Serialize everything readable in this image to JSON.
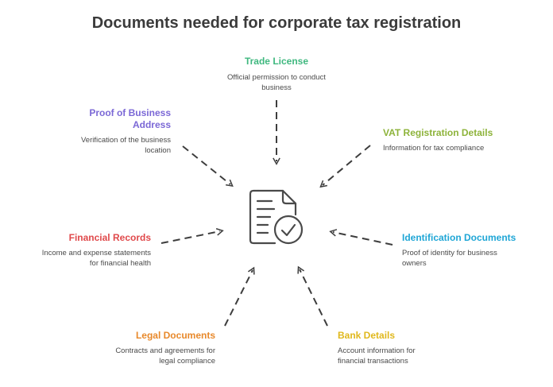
{
  "title": "Documents needed for corporate tax registration",
  "nodes": {
    "trade_license": {
      "label": "Trade License",
      "desc": "Official permission to conduct business",
      "color": "#3fb87f"
    },
    "proof_address": {
      "label": "Proof of Business Address",
      "desc": "Verification of the business location",
      "color": "#7b68d6"
    },
    "vat": {
      "label": "VAT Registration Details",
      "desc": "Information for tax compliance",
      "color": "#8db33a"
    },
    "financial": {
      "label": "Financial Records",
      "desc": "Income and expense statements for financial health",
      "color": "#e0494b"
    },
    "identification": {
      "label": "Identification Documents",
      "desc": "Proof of identity for business owners",
      "color": "#1fa6d6"
    },
    "legal": {
      "label": "Legal Documents",
      "desc": "Contracts and agreements for legal compliance",
      "color": "#e8892b"
    },
    "bank": {
      "label": "Bank Details",
      "desc": "Account information for financial transactions",
      "color": "#e0b81c"
    }
  },
  "center_icon": "document-check-icon",
  "arrow_color": "#3d3d3d"
}
